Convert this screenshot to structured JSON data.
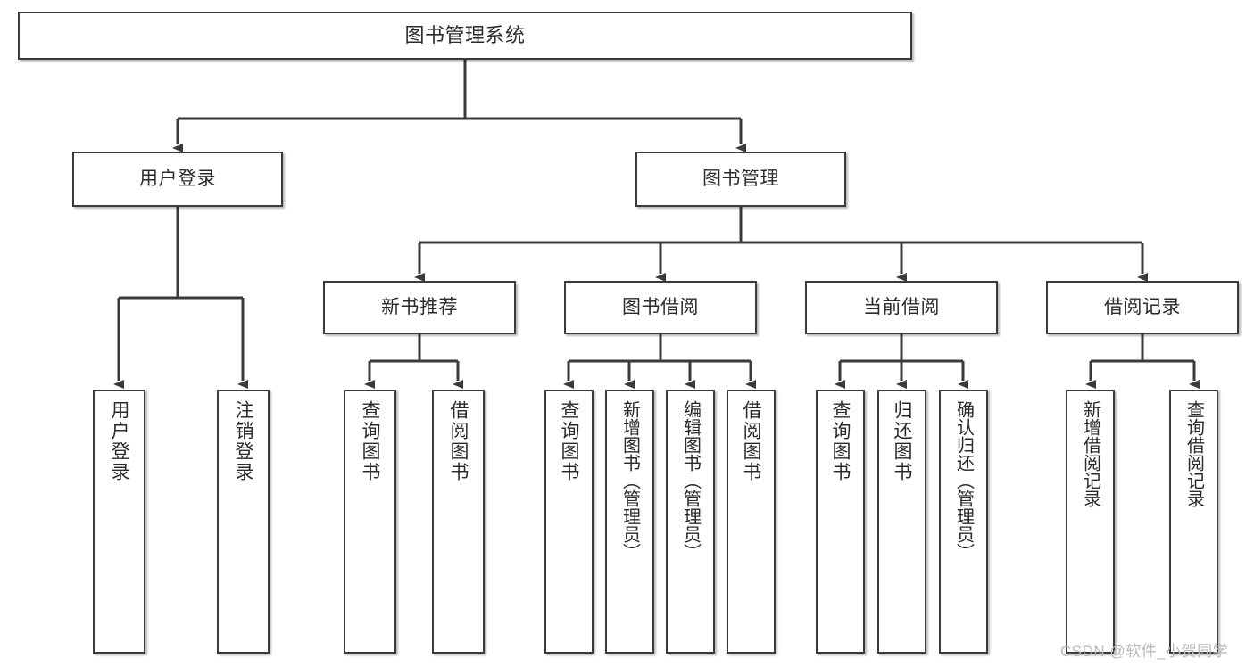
{
  "diagram": {
    "title": "图书管理系统",
    "type": "tree",
    "watermark": "CSDN @软件_小贺同学",
    "colors": {
      "box_border": "#3a3a3a",
      "box_fill": "#ffffff",
      "edge": "#3a3a3a",
      "text": "#2b2b2b",
      "watermark": "#b9b9b9"
    },
    "nodes": {
      "root": {
        "label": "图书管理系统"
      },
      "level2": [
        {
          "id": "user-login",
          "label": "用户登录"
        },
        {
          "id": "book-manage",
          "label": "图书管理"
        }
      ],
      "level3": [
        {
          "id": "new-book-recommend",
          "label": "新书推荐"
        },
        {
          "id": "book-borrow",
          "label": "图书借阅"
        },
        {
          "id": "current-borrow",
          "label": "当前借阅"
        },
        {
          "id": "borrow-record",
          "label": "借阅记录"
        }
      ],
      "leaves": {
        "user_login": [
          {
            "id": "leaf-user-login",
            "label": "用户登录"
          },
          {
            "id": "leaf-logout-login",
            "label": "注销登录"
          }
        ],
        "new_book_recommend": [
          {
            "id": "leaf-query-book-1",
            "label": "查询图书"
          },
          {
            "id": "leaf-borrow-book-1",
            "label": "借阅图书"
          }
        ],
        "book_borrow": [
          {
            "id": "leaf-query-book-2",
            "label": "查询图书"
          },
          {
            "id": "leaf-add-book-admin",
            "label": "新增图书（管理员）"
          },
          {
            "id": "leaf-edit-book-admin",
            "label": "编辑图书（管理员）"
          },
          {
            "id": "leaf-borrow-book-2",
            "label": "借阅图书"
          }
        ],
        "current_borrow": [
          {
            "id": "leaf-query-book-3",
            "label": "查询图书"
          },
          {
            "id": "leaf-return-book",
            "label": "归还图书"
          },
          {
            "id": "leaf-confirm-return-admin",
            "label": "确认归还（管理员）"
          }
        ],
        "borrow_record": [
          {
            "id": "leaf-add-borrow-record",
            "label": "新增借阅记录"
          },
          {
            "id": "leaf-query-borrow-record",
            "label": "查询借阅记录"
          }
        ]
      }
    }
  }
}
